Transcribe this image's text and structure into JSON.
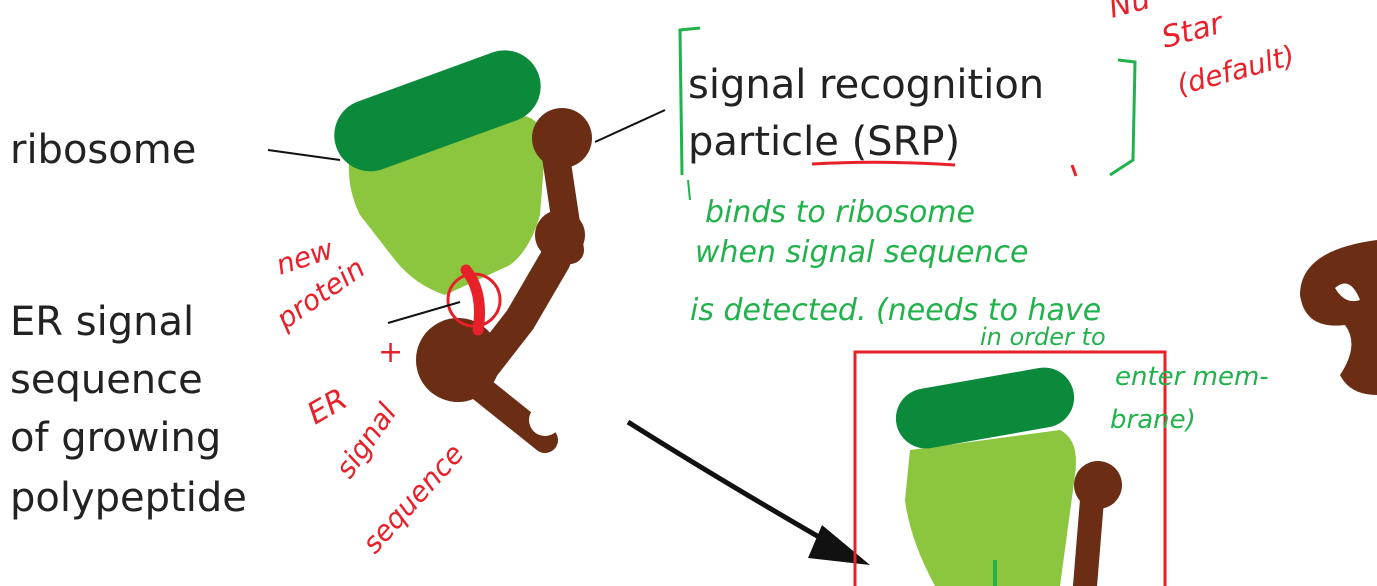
{
  "labels": {
    "ribosome": "ribosome",
    "srp_line1": "signal recognition",
    "srp_line2": "particle (SRP)",
    "er_line1": "ER signal",
    "er_line2": "sequence",
    "er_line3": "of growing",
    "er_line4": "polypeptide"
  },
  "handwritten_notes": {
    "green_line1": "binds to ribosome",
    "green_line2": "when signal sequence",
    "green_line3": "is detected. (needs to have",
    "green_line4": "in order to",
    "green_line5": "enter mem-",
    "green_line6": "brane)",
    "red_new": "new",
    "red_protein": "protein",
    "red_plus": "+",
    "red_er": "ER",
    "red_signal": "signal",
    "red_sequence": "sequence",
    "red_corner_1": "Nu",
    "red_corner_2": "Star",
    "red_corner_3": "(default)"
  },
  "colors": {
    "ribosome_large": "#0b8a3c",
    "ribosome_small": "#8cc63f",
    "srp": "#6b2d14",
    "signal_sequence": "#e8202a",
    "annotation_green": "#22b24c",
    "annotation_red": "#e8202a",
    "text": "#222222"
  }
}
